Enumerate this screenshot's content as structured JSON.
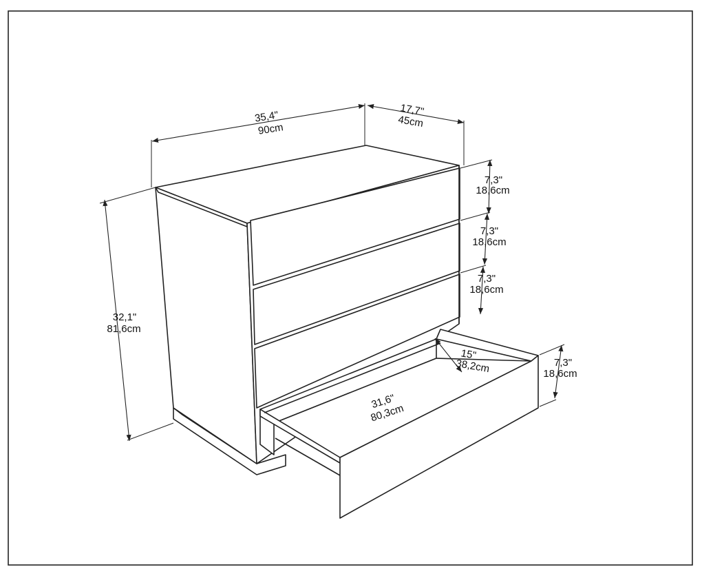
{
  "dimensions": {
    "width": {
      "imperial": "35,4\"",
      "metric": "90cm"
    },
    "depth": {
      "imperial": "17,7\"",
      "metric": "45cm"
    },
    "height": {
      "imperial": "32,1\"",
      "metric": "81,6cm"
    },
    "drawer_1": {
      "imperial": "7,3\"",
      "metric": "18,6cm"
    },
    "drawer_2": {
      "imperial": "7,3\"",
      "metric": "18,6cm"
    },
    "drawer_3": {
      "imperial": "7,3\"",
      "metric": "18,6cm"
    },
    "drawer_open": {
      "imperial": "7,3\"",
      "metric": "18,6cm"
    },
    "drawer_depth": {
      "imperial": "15\"",
      "metric": "38,2cm"
    },
    "drawer_width": {
      "imperial": "31,6\"",
      "metric": "80,3cm"
    }
  }
}
